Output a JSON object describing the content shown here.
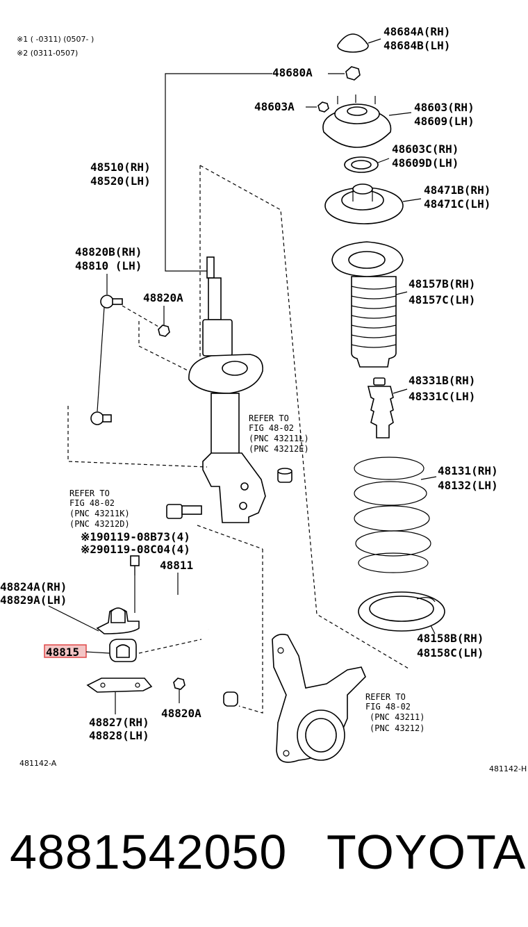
{
  "notes": {
    "note1": "※1 (       -0311) (0507-        )",
    "note2": "※2 (0311-0507)"
  },
  "labels": {
    "p48684": [
      "48684A(RH)",
      "48684B(LH)"
    ],
    "p48680A": "48680A",
    "p48603A": "48603A",
    "p48603": [
      "48603(RH)",
      "48609(LH)"
    ],
    "p48603C": [
      "48603C(RH)",
      "48609D(LH)"
    ],
    "p48510": [
      "48510(RH)",
      "48520(LH)"
    ],
    "p48471": [
      "48471B(RH)",
      "48471C(LH)"
    ],
    "p48820B": [
      "48820B(RH)",
      "48810 (LH)"
    ],
    "p48157": [
      "48157B(RH)",
      "48157C(LH)"
    ],
    "p48820A_top": "48820A",
    "p48331": [
      "48331B(RH)",
      "48331C(LH)"
    ],
    "refer_strut": [
      "REFER TO",
      "FIG 48-02",
      "(PNC 43211L)",
      "(PNC 43212E)"
    ],
    "p48131": [
      "48131(RH)",
      "48132(LH)"
    ],
    "refer_bolt": [
      "REFER TO",
      "FIG 48-02",
      "(PNC 43211K)",
      "(PNC 43212D)"
    ],
    "bolts": [
      "※190119-08B73(4)",
      "※290119-08C04(4)"
    ],
    "p48811": "48811",
    "p48824": [
      "48824A(RH)",
      "48829A(LH)"
    ],
    "p48158": [
      "48158B(RH)",
      "48158C(LH)"
    ],
    "p48815": "48815",
    "refer_knuckle": [
      "REFER TO",
      "FIG 48-02",
      "(PNC 43211)",
      "(PNC 43212)"
    ],
    "p48827": [
      "48827(RH)",
      "48828(LH)"
    ],
    "p48820A_bottom": "48820A",
    "fig_left": "481142-A",
    "fig_right": "481142-H"
  },
  "highlight": {
    "part": "48815",
    "fill": "#f3c5c5",
    "stroke": "#e04848"
  },
  "footer": {
    "part_number": "4881542050",
    "brand": "TOYOTA"
  }
}
